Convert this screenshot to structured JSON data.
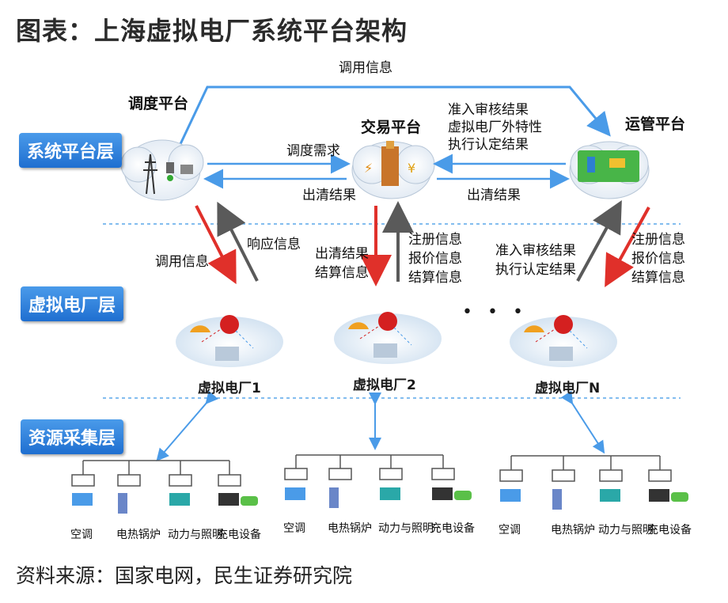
{
  "title": "图表：上海虚拟电厂系统平台架构",
  "source": "资料来源：国家电网，民生证券研究院",
  "layers": {
    "platform": "系统平台层",
    "vpp": "虚拟电厂层",
    "resource": "资源采集层"
  },
  "platforms": {
    "dispatch": "调度平台",
    "trading": "交易平台",
    "operation": "运管平台"
  },
  "flows": {
    "call_info_top": "调用信息",
    "dispatch_demand": "调度需求",
    "clearing_left": "出清结果",
    "clearing_right": "出清结果",
    "op_to_trade": [
      "准入审核结果",
      "虚拟电厂外特性",
      "执行认定结果"
    ],
    "call_info_left": "调用信息",
    "response_info": "响应信息",
    "trade_down": [
      "出清结果",
      "结算信息"
    ],
    "trade_up": [
      "注册信息",
      "报价信息",
      "结算信息"
    ],
    "op_down": [
      "准入审核结果",
      "执行认定结果"
    ],
    "op_up": [
      "注册信息",
      "报价信息",
      "结算信息"
    ]
  },
  "vpps": [
    "虚拟电厂1",
    "虚拟电厂2",
    "虚拟电厂N"
  ],
  "ellipsis": "• • •",
  "devices": [
    "空调",
    "电热锅炉",
    "动力与照明",
    "充电设备"
  ],
  "colors": {
    "blue_arrow": "#4a9be8",
    "red_arrow": "#e0302a",
    "gray_arrow": "#5a5a5a",
    "layer_tag": "#1f6fd0",
    "dashed": "#5aa7ea"
  }
}
